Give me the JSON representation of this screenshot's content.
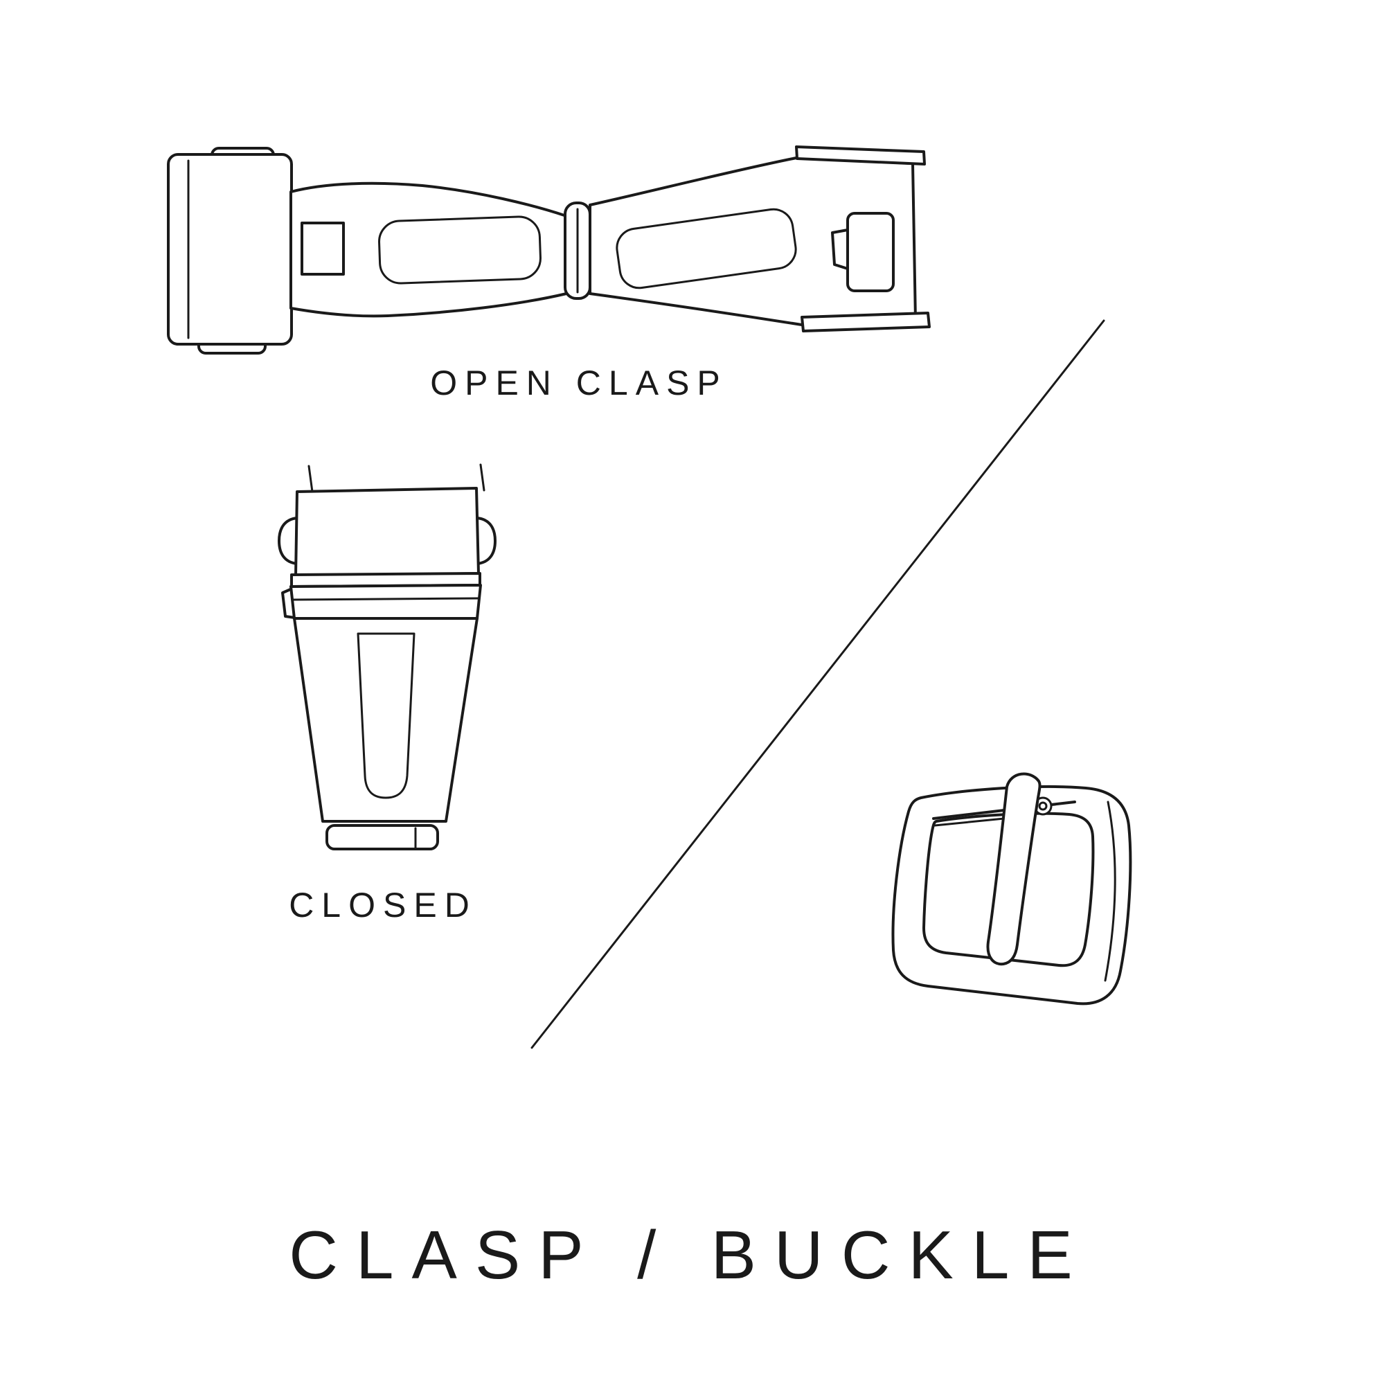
{
  "page": {
    "background": "#ffffff",
    "line_color": "#1a1a1a",
    "text_color": "#1a1a1a"
  },
  "labels": {
    "open_clasp": "OPEN CLASP",
    "closed": "CLOSED",
    "title": "CLASP / BUCKLE"
  },
  "illustrations": {
    "open_clasp": {
      "icon": "open-deployant-clasp-illustration"
    },
    "closed_clasp": {
      "icon": "closed-clasp-illustration"
    },
    "buckle": {
      "icon": "tang-buckle-illustration"
    },
    "divider": {
      "icon": "diagonal-divider-line"
    }
  }
}
